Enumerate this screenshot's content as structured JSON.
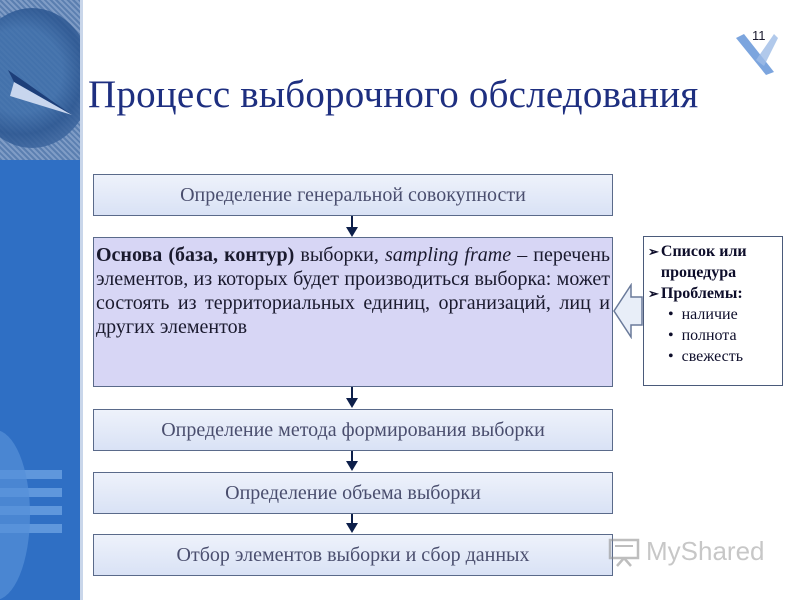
{
  "slide": {
    "page_number": "11",
    "title": "Процесс выборочного обследования"
  },
  "flow": {
    "step1": "Определение генеральной совокупности",
    "step2": {
      "bold": "Основа (база, контур)",
      "text_a": " выборки, ",
      "italic": "sampling frame",
      "text_b": " – перечень элементов, из которых будет производиться выборка: может состоять из территориальных единиц, организаций, лиц и других элементов"
    },
    "step3": "Определение метода формирования выборки",
    "step4": "Определение объема выборки",
    "step5": "Отбор элементов выборки и сбор данных"
  },
  "side_note": {
    "item1": "Список или процедура",
    "item2": "Проблемы:",
    "subitems": [
      "наличие",
      "полнота",
      "свежесть"
    ]
  },
  "watermark": {
    "text": "MyShared"
  },
  "colors": {
    "title": "#1e2f80",
    "box_fill": "#eef2fb",
    "main_box_fill": "#d7d6f5",
    "arrow": "#0d1f4a",
    "left_band": "#2f6fc4"
  }
}
